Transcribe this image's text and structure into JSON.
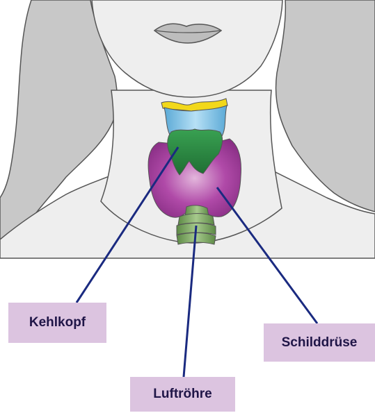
{
  "diagram": {
    "labels": {
      "larynx": "Kehlkopf",
      "thyroid": "Schilddrüse",
      "trachea": "Luftröhre"
    },
    "colors": {
      "skin": "#eeeeee",
      "hair": "#c8c8c8",
      "outline": "#555555",
      "larynx": "#2e8b45",
      "thyroid": "#b04aa8",
      "trachea": "#79a35e",
      "hyoid": "#f2d81a",
      "upper_larynx": "#7fc3e6",
      "leader_line": "#1a2a80",
      "label_background": "#dcc4e0"
    }
  }
}
